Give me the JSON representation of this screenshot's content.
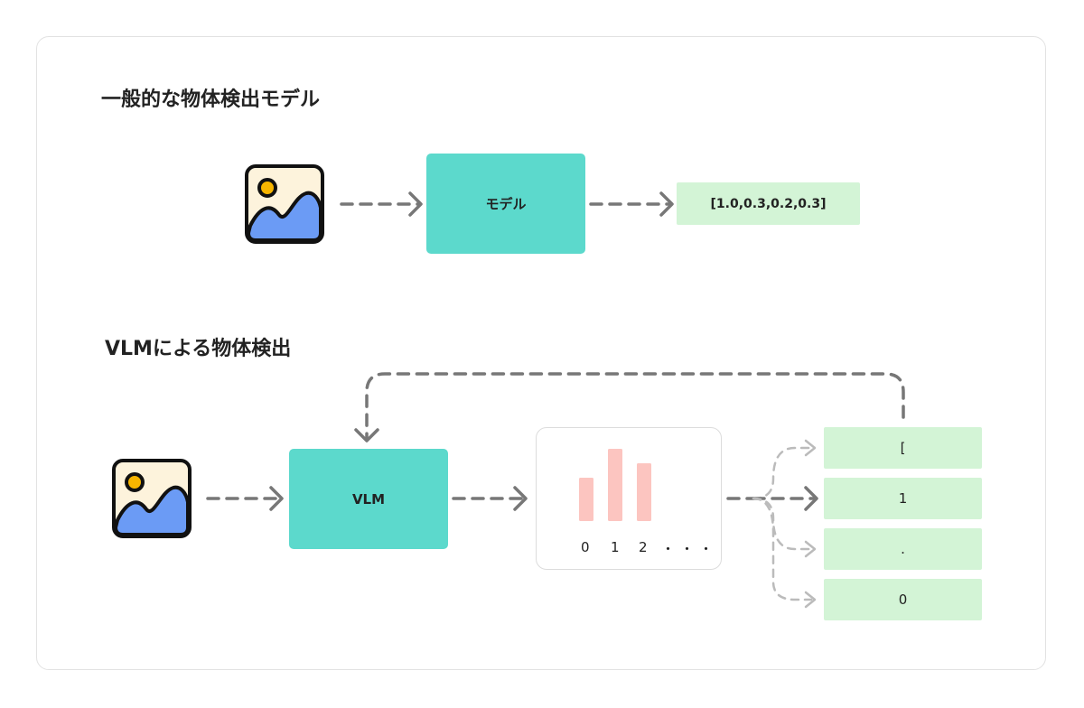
{
  "section1": {
    "title": "一般的な物体検出モデル",
    "model_label": "モデル",
    "output": "[1.0,0.3,0.2,0.3]"
  },
  "section2": {
    "title": "VLMによる物体検出",
    "model_label": "VLM",
    "distribution_ticks": [
      "0",
      "1",
      "2",
      "・・・"
    ],
    "distribution_values": [
      0.6,
      1.0,
      0.8
    ],
    "tokens": [
      "[",
      "1",
      ".",
      "0"
    ]
  },
  "icons": [
    "image-icon",
    "image-icon"
  ],
  "colors": {
    "model": "#5cd9cc",
    "output": "#d3f4d6",
    "bar": "#fcc5c0",
    "arrow": "#777777",
    "arrow_light": "#bbbbbb",
    "image_bg": "#fdf3dc",
    "image_sun": "#f7b500",
    "image_hill": "#6b9bf5"
  }
}
